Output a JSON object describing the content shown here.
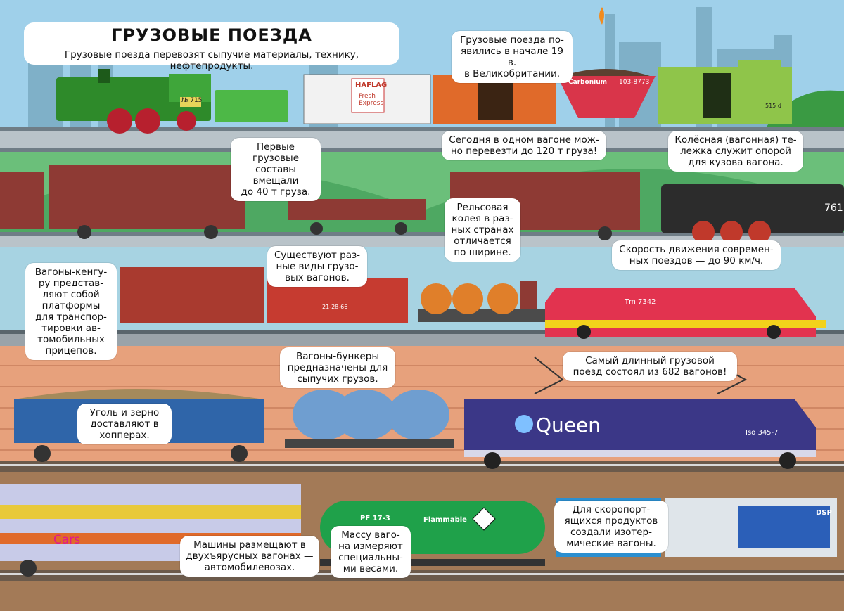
{
  "header": {
    "title": "ГРУЗОВЫЕ ПОЕЗДА",
    "subtitle": "Грузовые поезда перевозят сыпучие материалы, технику, нефтепродукты."
  },
  "callouts": {
    "history": "Грузовые поезда по-\nявились в начале 19 в.\nв Великобритании.",
    "first_trains": "Первые грузовые\nсоставы вмещали\nдо 40 т груза.",
    "capacity": "Сегодня в одном вагоне мож-\nно перевезти до 120 т груза!",
    "bogie": "Колёсная (вагонная) те-\nлежка служит опорой\nдля кузова вагона.",
    "gauge": "Рельсовая\nколея в раз-\nных странах\nотличается\nпо ширине.",
    "speed": "Скорость движения современ-\nных поездов — до 90 км/ч.",
    "kangaroo": "Вагоны-кенгу-\nру представ-\nляют собой\nплатформы\nдля транспор-\nтировки ав-\nтомобильных\nприцепов.",
    "types": "Существуют раз-\nные виды грузо-\nвых вагонов.",
    "bunker": "Вагоны-бункеры\nпредназначены для\nсыпучих грузов.",
    "longest": "Самый длинный грузовой\nпоезд состоял из 682 вагонов!",
    "hopper": "Уголь и зерно\nдоставляют в\nхопперах.",
    "cars": "Машины размещают в\nдвухъярусных вагонах —\nавтомобилевозах.",
    "weight": "Массу ваго-\nна измеряют\nспециальны-\nми весами.",
    "refrigerated": "Для скоропорт-\nящихся продуктов\nсоздали изотер-\nмические вагоны."
  },
  "wagon_labels": {
    "loco_number": "№ 715",
    "haflag": "HAFLAG",
    "fresh_express": "Fresh\nExpress",
    "carbonium": "Carbonium",
    "carbonium_number": "103-8773",
    "tm_number": "Tm 7342",
    "queen": "Queen",
    "queen_number": "Iso 345-7",
    "cars": "Cars",
    "tank_code": "PF 17-3",
    "flammable": "Flammable",
    "dsp": "DSP",
    "steam_number": "761",
    "dr_number": "21-28-66",
    "wagon_mark": "515 d"
  },
  "colors": {
    "sky": "#9fd0ea",
    "rail_band": "#b9c3c9",
    "brick": "#e7a17c",
    "soil": "#a37a57",
    "wagon_brown": "#8e3a34",
    "loco_red": "#e2334f",
    "loco_blue": "#3b3787",
    "tank_green": "#1fa14a",
    "steam_green": "#2e8a2a"
  }
}
